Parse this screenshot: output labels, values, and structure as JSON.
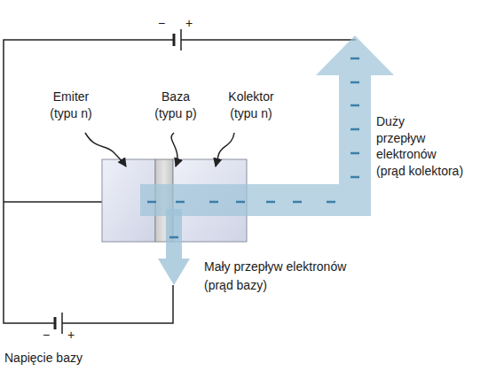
{
  "diagram": {
    "labels": [
      "−",
      "+",
      "Emiter (typu n)",
      "Baza (typu p)",
      "Kolektor (typu n)",
      "Duży przepływ elektronów (prąd kolektora)",
      "Mały przepływ elektronów (prąd bazy)",
      "−",
      "+",
      "Napięcie bazy"
    ]
  }
}
